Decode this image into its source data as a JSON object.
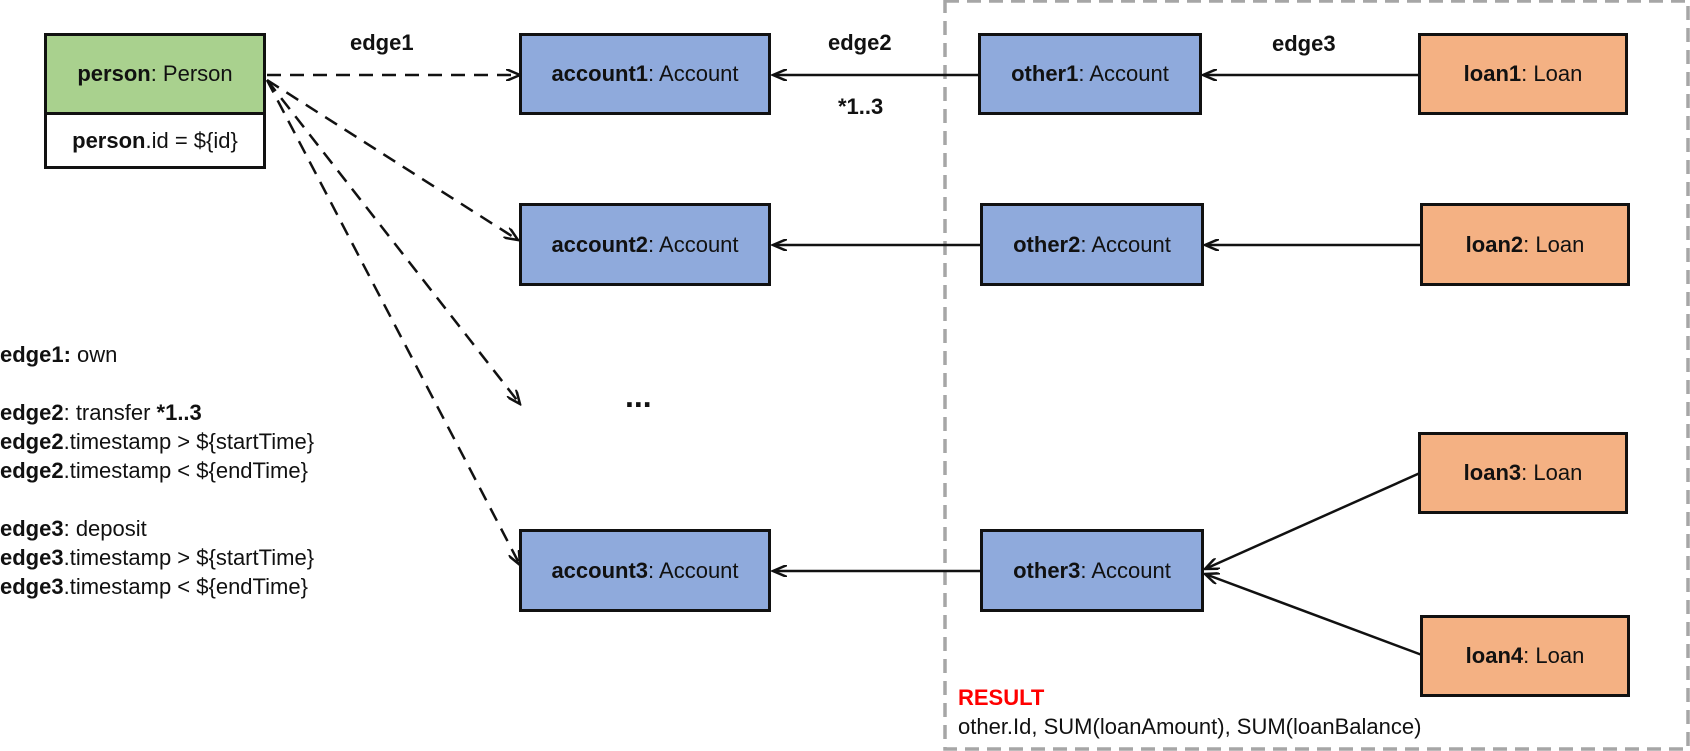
{
  "nodes": {
    "person": {
      "name": "person",
      "type": " : Person"
    },
    "person_prop": {
      "name": "person",
      "rest": ".id = ${id}"
    },
    "account1": {
      "name": "account1",
      "type": " : Account"
    },
    "account2": {
      "name": "account2",
      "type": " : Account"
    },
    "account3": {
      "name": "account3",
      "type": " : Account"
    },
    "other1": {
      "name": "other1",
      "type": " : Account"
    },
    "other2": {
      "name": "other2",
      "type": " : Account"
    },
    "other3": {
      "name": "other3",
      "type": " : Account"
    },
    "loan1": {
      "name": "loan1",
      "type": " : Loan"
    },
    "loan2": {
      "name": "loan2",
      "type": " : Loan"
    },
    "loan3": {
      "name": "loan3",
      "type": " : Loan"
    },
    "loan4": {
      "name": "loan4",
      "type": " : Loan"
    }
  },
  "edge_labels": {
    "edge1": "edge1",
    "edge2": "edge2",
    "edge2_mult": "*1..3",
    "edge3": "edge3"
  },
  "ellipsis": "...",
  "legend": {
    "edge1": {
      "key": "edge1:",
      "text": " own"
    },
    "edge2": {
      "key": "edge2",
      "text": ": transfer ",
      "mult": "*1..3"
    },
    "edge2_ts_gt": {
      "key": "edge2",
      "text": ".timestamp > ${startTime}"
    },
    "edge2_ts_lt": {
      "key": "edge2",
      "text": ".timestamp < ${endTime}"
    },
    "edge3": {
      "key": "edge3",
      "text": ": deposit"
    },
    "edge3_ts_gt": {
      "key": "edge3",
      "text": ".timestamp > ${startTime}"
    },
    "edge3_ts_lt": {
      "key": "edge3",
      "text": ".timestamp < ${endTime}"
    }
  },
  "result": {
    "title": "RESULT",
    "body": "other.Id, SUM(loanAmount), SUM(loanBalance)"
  },
  "colors": {
    "person": "#a9d18e",
    "account": "#8faadc",
    "loan": "#f4b183",
    "result_title": "#ff0000",
    "result_border": "#a6a6a6"
  }
}
